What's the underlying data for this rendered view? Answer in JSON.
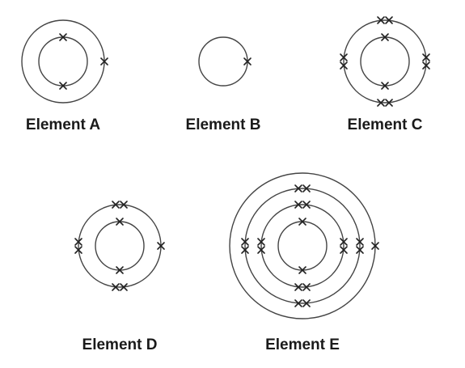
{
  "colors": {
    "shell": "#444444",
    "electron": "#222222",
    "label": "#1a1a1a",
    "background": "#ffffff"
  },
  "elements": [
    {
      "label": "Element A",
      "shells": [
        {
          "electrons": 2
        },
        {
          "electrons": 1
        }
      ]
    },
    {
      "label": "Element B",
      "shells": [
        {
          "electrons": 1
        }
      ]
    },
    {
      "label": "Element C",
      "shells": [
        {
          "electrons": 2
        },
        {
          "electrons": 8
        }
      ]
    },
    {
      "label": "Element D",
      "shells": [
        {
          "electrons": 2
        },
        {
          "electrons": 7
        }
      ]
    },
    {
      "label": "Element E",
      "shells": [
        {
          "electrons": 2
        },
        {
          "electrons": 8
        },
        {
          "electrons": 8
        },
        {
          "electrons": 1
        }
      ]
    }
  ]
}
